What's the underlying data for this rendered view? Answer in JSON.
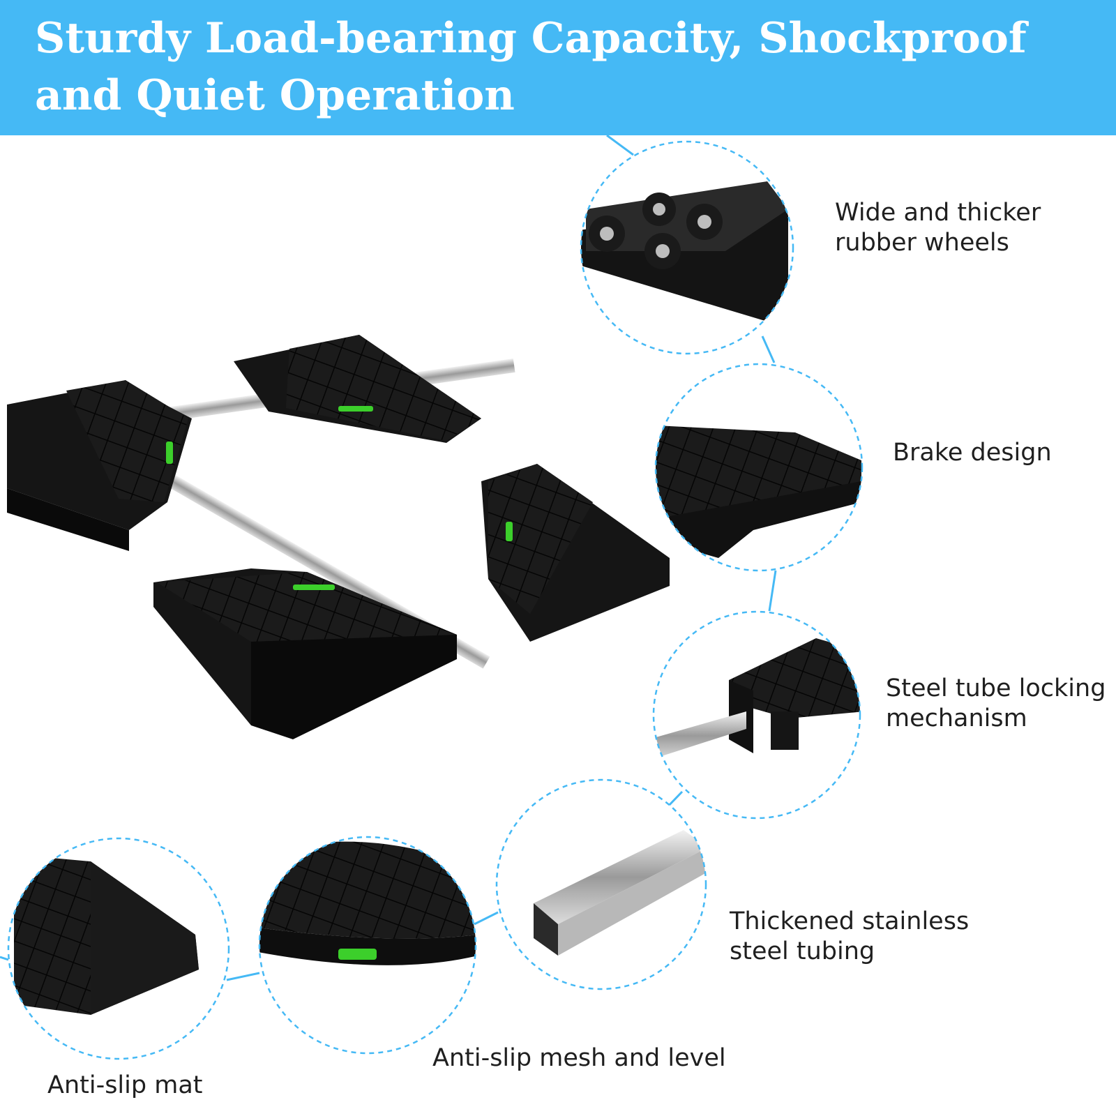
{
  "title": "Sturdy Load-bearing Capacity, Shockproof and Quiet Operation",
  "accent_color": "#45b9f5",
  "product_color": "#121212",
  "features": {
    "wheels": "Wide and thicker rubber wheels",
    "brake": "Brake design",
    "locking": "Steel tube locking mechanism",
    "tubing": "Thickened stainless steel tubing",
    "mesh": "Anti-slip mesh and level",
    "mat": "Anti-slip mat"
  },
  "icons": {
    "level": "green-bubble-level-icon",
    "wheel": "rubber-wheel-icon"
  }
}
